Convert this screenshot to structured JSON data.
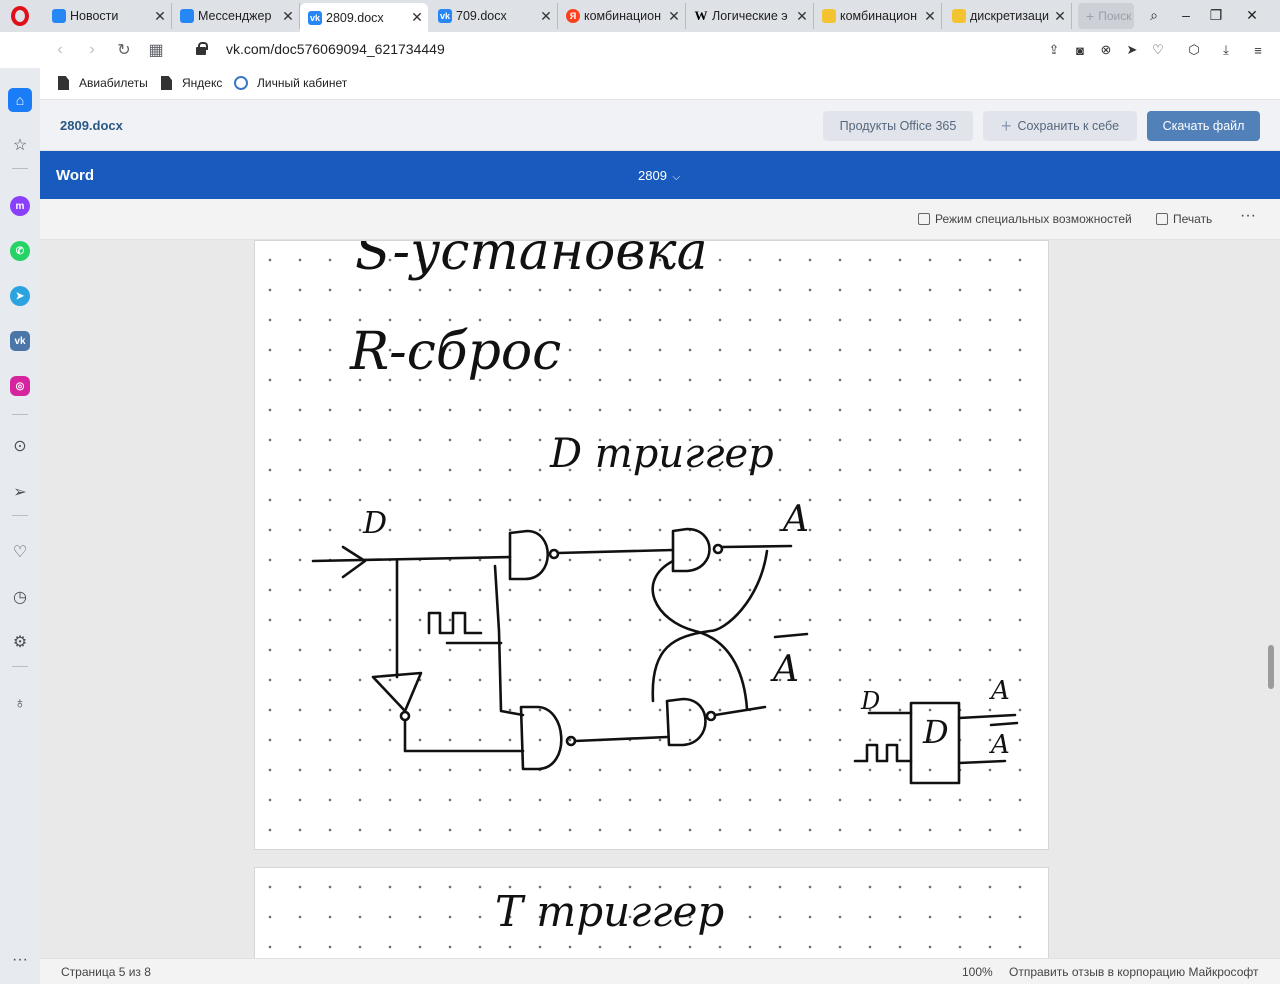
{
  "tabs": [
    {
      "title": "Новости",
      "favicon": "vk-messenger-icon"
    },
    {
      "title": "Мессенджер",
      "favicon": "vk-messenger-icon"
    },
    {
      "title": "2809.docx",
      "favicon": "vk-icon",
      "active": true
    },
    {
      "title": "709.docx",
      "favicon": "vk-icon"
    },
    {
      "title": "комбинацион",
      "favicon": "yandex-icon"
    },
    {
      "title": "Логические э",
      "favicon": "wikipedia-icon"
    },
    {
      "title": "комбинацион",
      "favicon": "image-icon"
    },
    {
      "title": "дискретизаци",
      "favicon": "image-icon"
    }
  ],
  "new_tab_label": "Поиск",
  "address": {
    "url": "vk.com/doc576069094_621734449"
  },
  "bookmarks": [
    "Авиабилеты",
    "Яндекс",
    "Личный кабинет"
  ],
  "vk": {
    "doc_name": "2809.docx",
    "office_btn": "Продукты Office 365",
    "save_btn": "Сохранить к себе",
    "download_btn": "Скачать файл"
  },
  "word": {
    "app_name": "Word",
    "doc_title": "2809",
    "doc_title_caret": "⌵"
  },
  "toolbar": {
    "accessibility": "Режим специальных возможностей",
    "print": "Печать",
    "more": "···"
  },
  "handwriting": {
    "line_s": "S-установка",
    "line_r": "R-сброс",
    "heading_d": "D триггер",
    "label_d": "D",
    "label_a": "A",
    "label_a_bar": "A",
    "block_d": "D",
    "heading_t": "T триггер"
  },
  "status": {
    "page": "Страница 5 из 8",
    "zoom": "100%",
    "feedback": "Отправить отзыв в корпорацию Майкрософт"
  },
  "colors": {
    "word_blue": "#185abd",
    "vk_blue": "#5181b8",
    "opera_red": "#e0101a"
  }
}
